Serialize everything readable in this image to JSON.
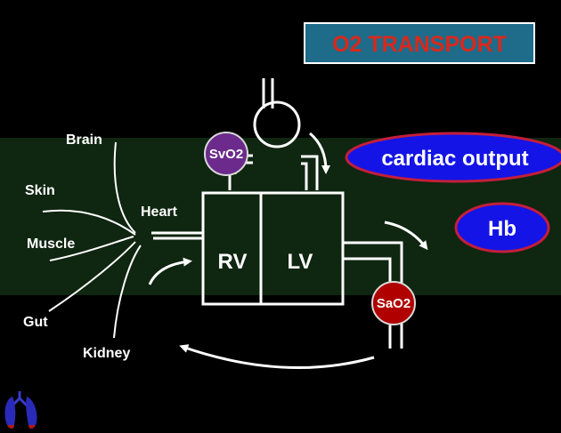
{
  "title": "O2 TRANSPORT",
  "organs": [
    "Brain",
    "Skin",
    "Heart",
    "Muscle",
    "Gut",
    "Kidney"
  ],
  "chambers": {
    "right": "RV",
    "left": "LV"
  },
  "sensors": {
    "venous": "SvO2",
    "arterial": "SaO2"
  },
  "factors": {
    "cardiac_output": "cardiac output",
    "hemoglobin": "Hb"
  },
  "colors": {
    "band": "#0f2610",
    "title_box": "#1e6b8a",
    "title_text": "#d9281b",
    "oval_fill": "#1414e6",
    "oval_border": "#c41e3a",
    "svo2": "#6b2a8c",
    "sao2": "#b00000"
  },
  "logo_icon": "lungs-icon"
}
